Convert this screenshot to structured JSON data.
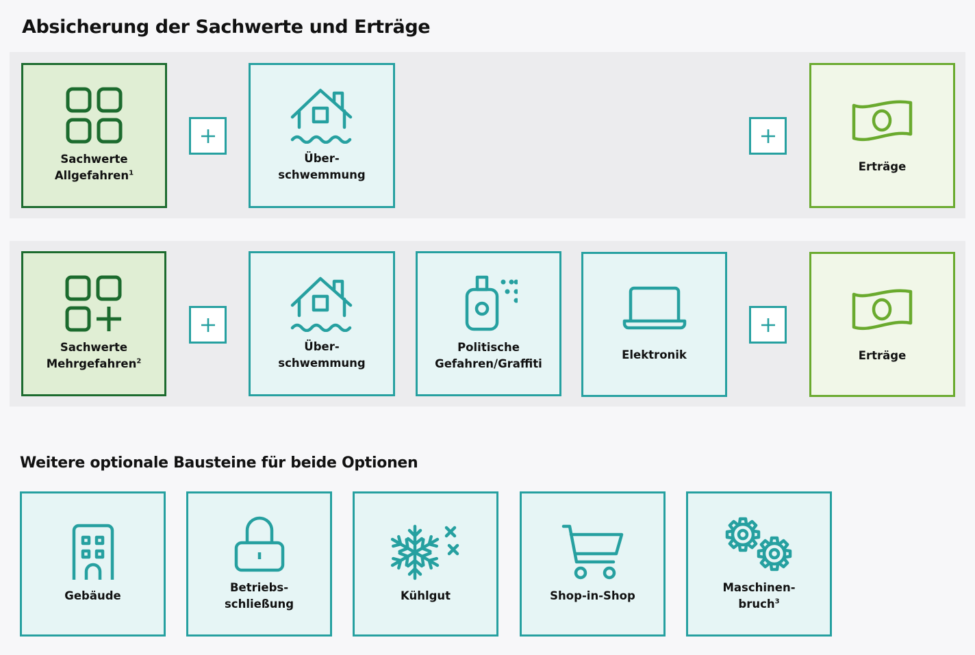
{
  "title": "Absicherung der Sachwerte und Erträge",
  "colors": {
    "base_border": "#1c6b2e",
    "base_fill": "#e0eed4",
    "teal_border": "#26a0a0",
    "teal_fill": "#e6f5f5",
    "income_border": "#6aaa2e",
    "income_fill": "#f1f7e8",
    "band_bg": "#ececee",
    "page_bg": "#f7f7f9"
  },
  "option1": {
    "base": {
      "label": "Sachwerte\nAllgefahren",
      "footnote": "1",
      "icon": "grid-four-squares-icon"
    },
    "plus1": "+",
    "addons": [
      {
        "label": "Über-\nschwemmung",
        "icon": "flooded-house-icon"
      }
    ],
    "plus2": "+",
    "income": {
      "label": "Erträge",
      "icon": "banknote-icon"
    }
  },
  "option2": {
    "base": {
      "label": "Sachwerte\nMehrgefahren",
      "footnote": "2",
      "icon": "grid-three-squares-plus-icon"
    },
    "plus1": "+",
    "addons": [
      {
        "label": "Über-\nschwemmung",
        "icon": "flooded-house-icon"
      },
      {
        "label": "Politische\nGefahren/Graffiti",
        "icon": "spray-can-icon"
      },
      {
        "label": "Elektronik",
        "icon": "laptop-icon"
      }
    ],
    "plus2": "+",
    "income": {
      "label": "Erträge",
      "icon": "banknote-icon"
    }
  },
  "optional": {
    "heading": "Weitere optionale Bausteine für beide Optionen",
    "items": [
      {
        "label": "Gebäude",
        "icon": "building-icon"
      },
      {
        "label": "Betriebs-\nschließung",
        "icon": "padlock-icon"
      },
      {
        "label": "Kühlgut",
        "icon": "snowflake-icon"
      },
      {
        "label": "Shop-in-Shop",
        "icon": "shopping-cart-icon"
      },
      {
        "label": "Maschinen-\nbruch",
        "footnote": "3",
        "icon": "gears-icon"
      }
    ]
  }
}
